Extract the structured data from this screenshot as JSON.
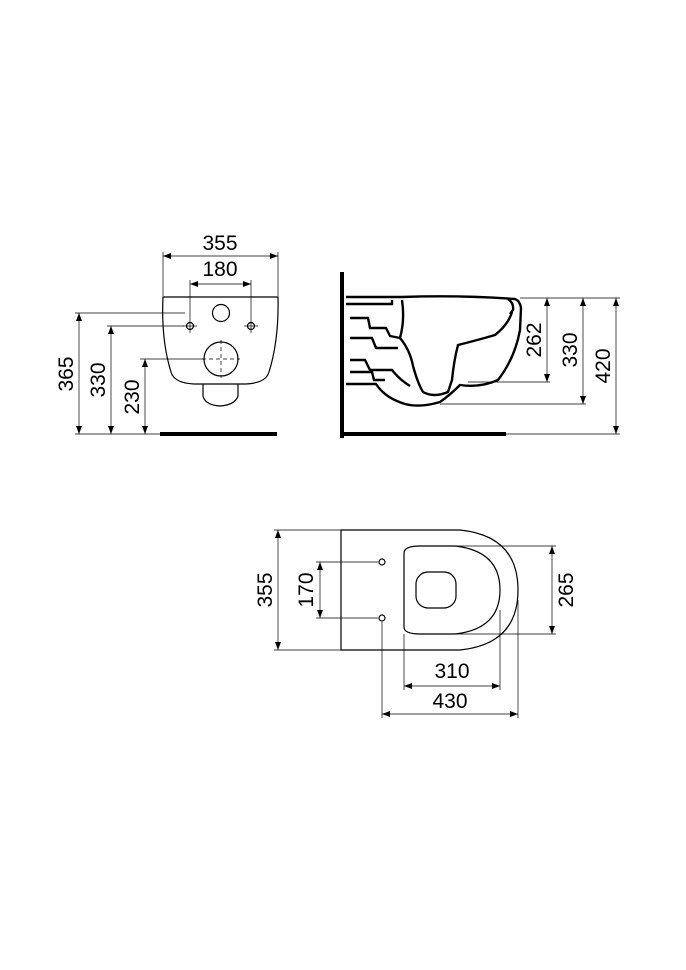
{
  "front_view": {
    "width_total": "355",
    "width_fixing": "180",
    "height_total": "365",
    "height_fixing": "330",
    "height_outlet": "230"
  },
  "side_view": {
    "height_262": "262",
    "height_330": "330",
    "height_420": "420"
  },
  "top_view": {
    "width_total": "355",
    "fixing_spacing": "170",
    "bowl_width": "265",
    "bowl_length": "310",
    "total_length": "430"
  }
}
